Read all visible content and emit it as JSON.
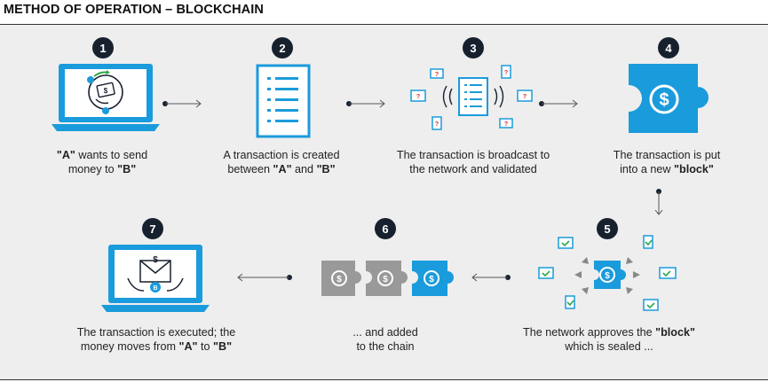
{
  "title": "METHOD OF OPERATION – BLOCKCHAIN",
  "colors": {
    "accent": "#1a9bdc",
    "dark": "#17212e",
    "gray": "#9a9a9a"
  },
  "steps": [
    {
      "num": "1",
      "line1": [
        "",
        "\"A\"",
        " wants to send"
      ],
      "line2": [
        "money to ",
        "\"B\"",
        ""
      ]
    },
    {
      "num": "2",
      "line1": [
        "A transaction is created",
        "",
        ""
      ],
      "line2": [
        "between ",
        "\"A\"",
        " and  ",
        "\"B\""
      ]
    },
    {
      "num": "3",
      "line1": [
        "The transaction is broadcast to",
        "",
        ""
      ],
      "line2": [
        "the network and validated",
        "",
        ""
      ]
    },
    {
      "num": "4",
      "line1": [
        "The transaction is put",
        "",
        ""
      ],
      "line2": [
        "into a new ",
        "\"block\"",
        ""
      ]
    },
    {
      "num": "5",
      "line1": [
        "The network approves the ",
        "\"block\"",
        ""
      ],
      "line2": [
        "which is sealed ...",
        "",
        ""
      ]
    },
    {
      "num": "6",
      "line1": [
        "... and added",
        "",
        ""
      ],
      "line2": [
        "to the chain",
        "",
        ""
      ]
    },
    {
      "num": "7",
      "line1": [
        "The transaction is executed; the",
        "",
        ""
      ],
      "line2": [
        "money moves from ",
        "\"A\"",
        " to ",
        "\"B\""
      ]
    }
  ],
  "icons": [
    "laptop-money-icon",
    "document-list-icon",
    "broadcast-network-icon",
    "puzzle-dollar-icon",
    "network-approval-icon",
    "block-chain-icon",
    "laptop-envelope-icon"
  ]
}
